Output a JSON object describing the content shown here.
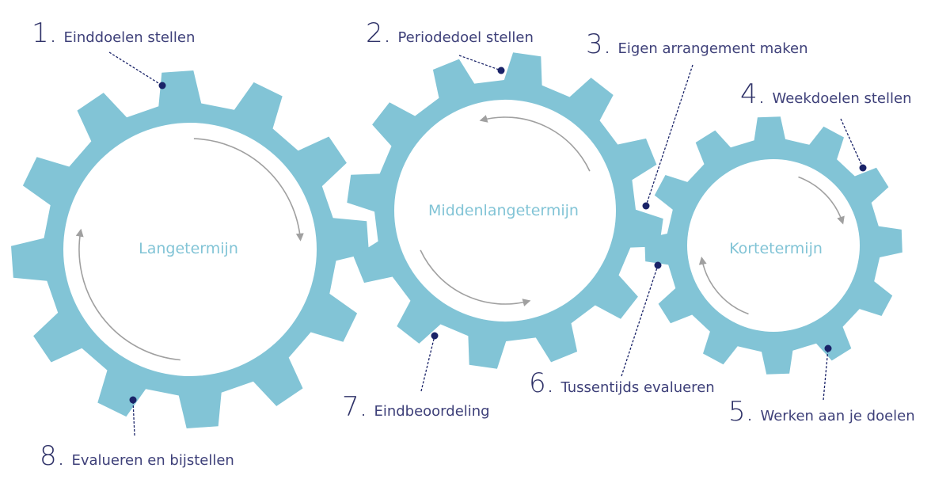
{
  "colors": {
    "gear": "#82c4d6",
    "text": "#3e4079",
    "dot": "#1a2368",
    "arrow": "#a0a0a0"
  },
  "gears": [
    {
      "label": "Langetermijn",
      "teeth": 12
    },
    {
      "label": "Middenlangetermijn",
      "teeth": 12
    },
    {
      "label": "Kortetermijn",
      "teeth": 12
    }
  ],
  "steps": [
    {
      "num": "1.",
      "label": "Einddoelen stellen"
    },
    {
      "num": "2.",
      "label": "Periodedoel stellen"
    },
    {
      "num": "3.",
      "label": "Eigen arrangement maken"
    },
    {
      "num": "4.",
      "label": "Weekdoelen stellen"
    },
    {
      "num": "5.",
      "label": "Werken aan je doelen"
    },
    {
      "num": "6.",
      "label": "Tussentijds evalueren"
    },
    {
      "num": "7.",
      "label": "Eindbeoordeling"
    },
    {
      "num": "8.",
      "label": "Evalueren en bijstellen"
    }
  ]
}
